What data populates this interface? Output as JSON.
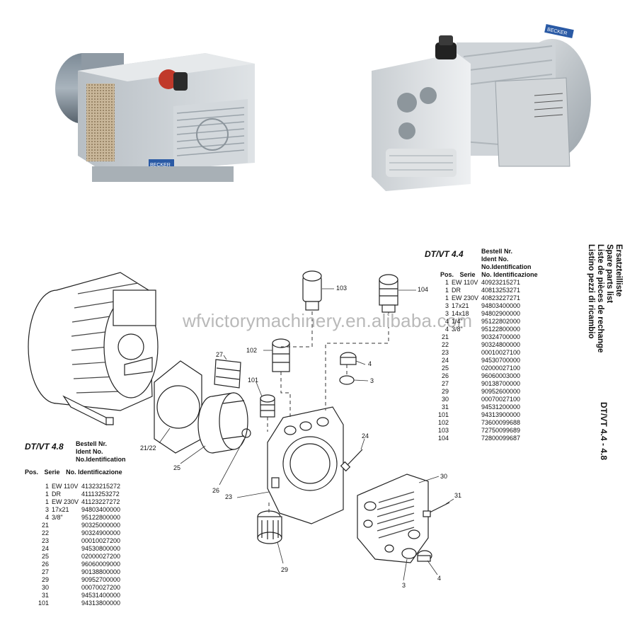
{
  "watermark": "wfvictorymachinery.en.alibaba.com",
  "photos": {
    "left_badge": "BECKER",
    "right_badge": "BECKER"
  },
  "spare_parts": {
    "heading_lines": [
      "Ersatzteilliste",
      "Spare parts list",
      "Liste de pièces de rechange",
      "Listino pezzi di ricambio"
    ],
    "model_range": "DT/VT 4.4 - 4.8"
  },
  "table_44": {
    "title": "DT/VT 4.4",
    "header_right": [
      "Bestell Nr.",
      "Ident No.",
      "No.Identification"
    ],
    "col_pos": "Pos.",
    "col_serie": "Serie",
    "col_ident": "No. Identificazione",
    "rows": [
      {
        "pos": "1",
        "serie": "EW 110V",
        "no": "40923215271"
      },
      {
        "pos": "1",
        "serie": "DR",
        "no": "40813253271"
      },
      {
        "pos": "1",
        "serie": "EW 230V",
        "no": "40823227271"
      },
      {
        "pos": "3",
        "serie": "17x21",
        "no": "94803400000"
      },
      {
        "pos": "3",
        "serie": "14x18",
        "no": "94802900000"
      },
      {
        "pos": "4",
        "serie": "1/4\"",
        "no": "95122802000"
      },
      {
        "pos": "4",
        "serie": "3/8\"",
        "no": "95122800000"
      },
      {
        "pos": "21",
        "serie": "",
        "no": "90324700000"
      },
      {
        "pos": "22",
        "serie": "",
        "no": "90324800000"
      },
      {
        "pos": "23",
        "serie": "",
        "no": "00010027100"
      },
      {
        "pos": "24",
        "serie": "",
        "no": "94530700000"
      },
      {
        "pos": "25",
        "serie": "",
        "no": "02000027100"
      },
      {
        "pos": "26",
        "serie": "",
        "no": "96060003000"
      },
      {
        "pos": "27",
        "serie": "",
        "no": "90138700000"
      },
      {
        "pos": "29",
        "serie": "",
        "no": "90952600000"
      },
      {
        "pos": "30",
        "serie": "",
        "no": "00070027100"
      },
      {
        "pos": "31",
        "serie": "",
        "no": "94531200000"
      },
      {
        "pos": "101",
        "serie": "",
        "no": "94313900000"
      },
      {
        "pos": "102",
        "serie": "",
        "no": "73600099688"
      },
      {
        "pos": "103",
        "serie": "",
        "no": "72750099689"
      },
      {
        "pos": "104",
        "serie": "",
        "no": "72800099687"
      }
    ]
  },
  "table_48": {
    "title": "DT/VT 4.8",
    "header_right": [
      "Bestell Nr.",
      "Ident No.",
      "No.Identification"
    ],
    "col_pos": "Pos.",
    "col_serie": "Serie",
    "col_ident": "No. Identificazione",
    "rows": [
      {
        "pos": "1",
        "serie": "EW 110V",
        "no": "41323215272"
      },
      {
        "pos": "1",
        "serie": "DR",
        "no": "41113253272"
      },
      {
        "pos": "1",
        "serie": "EW 230V",
        "no": "41123227272"
      },
      {
        "pos": "3",
        "serie": "17x21",
        "no": "94803400000"
      },
      {
        "pos": "4",
        "serie": "3/8\"",
        "no": "95122800000"
      },
      {
        "pos": "21",
        "serie": "",
        "no": "90325000000"
      },
      {
        "pos": "22",
        "serie": "",
        "no": "90324900000"
      },
      {
        "pos": "23",
        "serie": "",
        "no": "00010027200"
      },
      {
        "pos": "24",
        "serie": "",
        "no": "94530800000"
      },
      {
        "pos": "25",
        "serie": "",
        "no": "02000027200"
      },
      {
        "pos": "26",
        "serie": "",
        "no": "96060009000"
      },
      {
        "pos": "27",
        "serie": "",
        "no": "90138800000"
      },
      {
        "pos": "29",
        "serie": "",
        "no": "90952700000"
      },
      {
        "pos": "30",
        "serie": "",
        "no": "00070027200"
      },
      {
        "pos": "31",
        "serie": "",
        "no": "94531400000"
      },
      {
        "pos": "101",
        "serie": "",
        "no": "94313800000"
      }
    ]
  },
  "callouts": {
    "c103": "103",
    "c104": "104",
    "c102": "102",
    "c101": "101",
    "c27": "27",
    "c4a": "4",
    "c3a": "3",
    "c2122": "21/22",
    "c25": "25",
    "c24": "24",
    "c26": "26",
    "c23": "23",
    "c30": "30",
    "c31": "31",
    "c29": "29",
    "c3b": "3",
    "c4b": "4"
  }
}
